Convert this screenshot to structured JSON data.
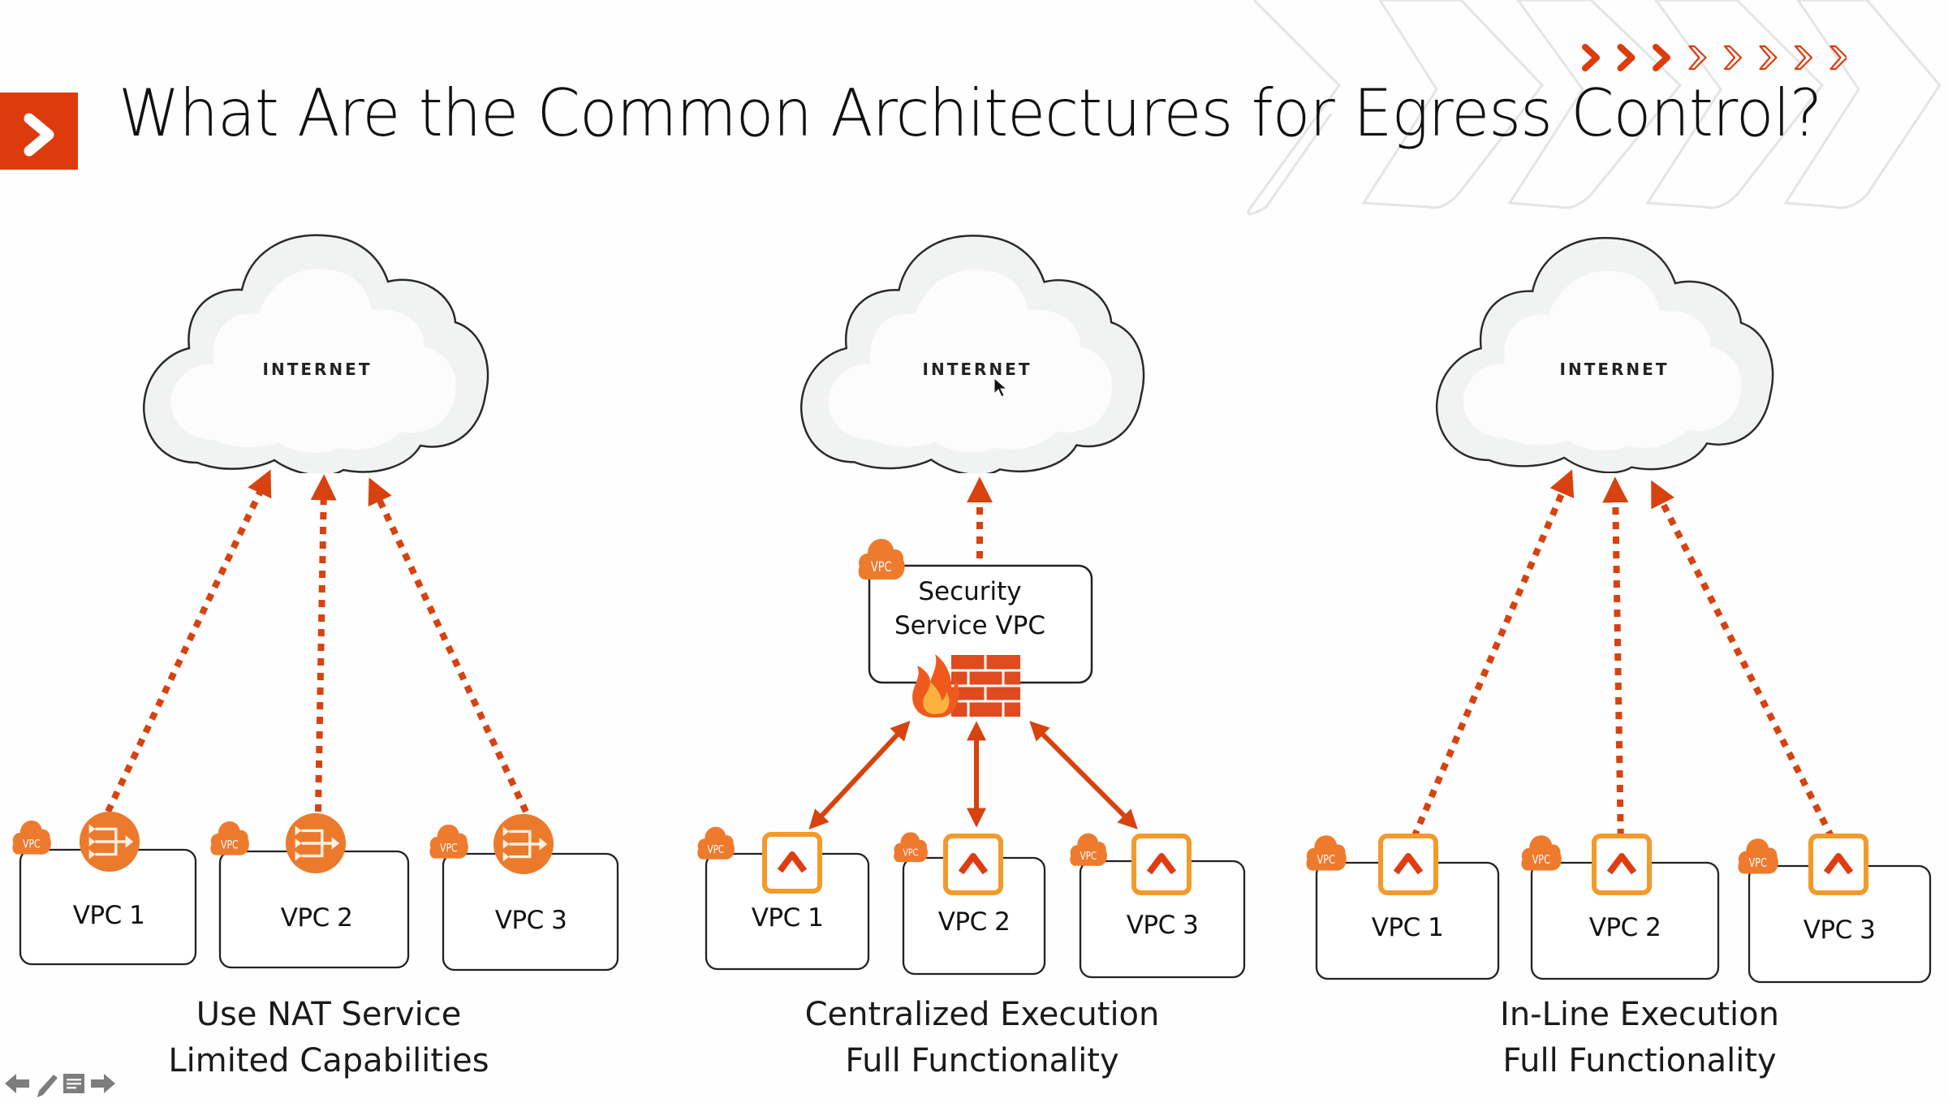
{
  "slide": {
    "title": "What Are the Common Architectures for Egress Control?",
    "accent_color": "#dd3b0c",
    "progress": {
      "filled_chevrons": 3,
      "total_chevrons": 8
    }
  },
  "colors": {
    "arrow": "#d7420f",
    "vpc_badge": "#ee7a2e",
    "nat_icon": "#ec7a2c",
    "gateway_border": "#f39a2a",
    "gateway_glyph": "#e03c12",
    "firewall": "#e04a1f",
    "box_stroke": "#222222"
  },
  "architectures": [
    {
      "id": "nat",
      "cloud_label": "INTERNET",
      "caption_line1": "Use NAT Service",
      "caption_line2": "Limited Capabilities",
      "connection": "dotted-arrow-to-internet",
      "vpcs": [
        {
          "label": "VPC 1",
          "badge": "VPC",
          "icon": "nat-gateway"
        },
        {
          "label": "VPC 2",
          "badge": "VPC",
          "icon": "nat-gateway"
        },
        {
          "label": "VPC 3",
          "badge": "VPC",
          "icon": "nat-gateway"
        }
      ]
    },
    {
      "id": "centralized",
      "cloud_label": "INTERNET",
      "caption_line1": "Centralized Execution",
      "caption_line2": "Full Functionality",
      "connection": "bidirectional-arrow-to-security-vpc",
      "security_vpc": {
        "badge": "VPC",
        "line1": "Security",
        "line2": "Service VPC",
        "icon": "firewall"
      },
      "vpcs": [
        {
          "label": "VPC 1",
          "badge": "VPC",
          "icon": "gateway"
        },
        {
          "label": "VPC 2",
          "badge": "VPC",
          "icon": "gateway"
        },
        {
          "label": "VPC 3",
          "badge": "VPC",
          "icon": "gateway"
        }
      ]
    },
    {
      "id": "inline",
      "cloud_label": "INTERNET",
      "caption_line1": "In-Line Execution",
      "caption_line2": "Full Functionality",
      "connection": "dotted-arrow-to-internet",
      "vpcs": [
        {
          "label": "VPC 1",
          "badge": "VPC",
          "icon": "gateway"
        },
        {
          "label": "VPC 2",
          "badge": "VPC",
          "icon": "gateway"
        },
        {
          "label": "VPC 3",
          "badge": "VPC",
          "icon": "gateway"
        }
      ]
    }
  ],
  "nav_controls": [
    {
      "name": "previous-slide",
      "icon": "arrow-left-icon"
    },
    {
      "name": "pen-tool",
      "icon": "pencil-icon"
    },
    {
      "name": "slide-menu",
      "icon": "menu-icon"
    },
    {
      "name": "next-slide",
      "icon": "arrow-right-icon"
    }
  ]
}
